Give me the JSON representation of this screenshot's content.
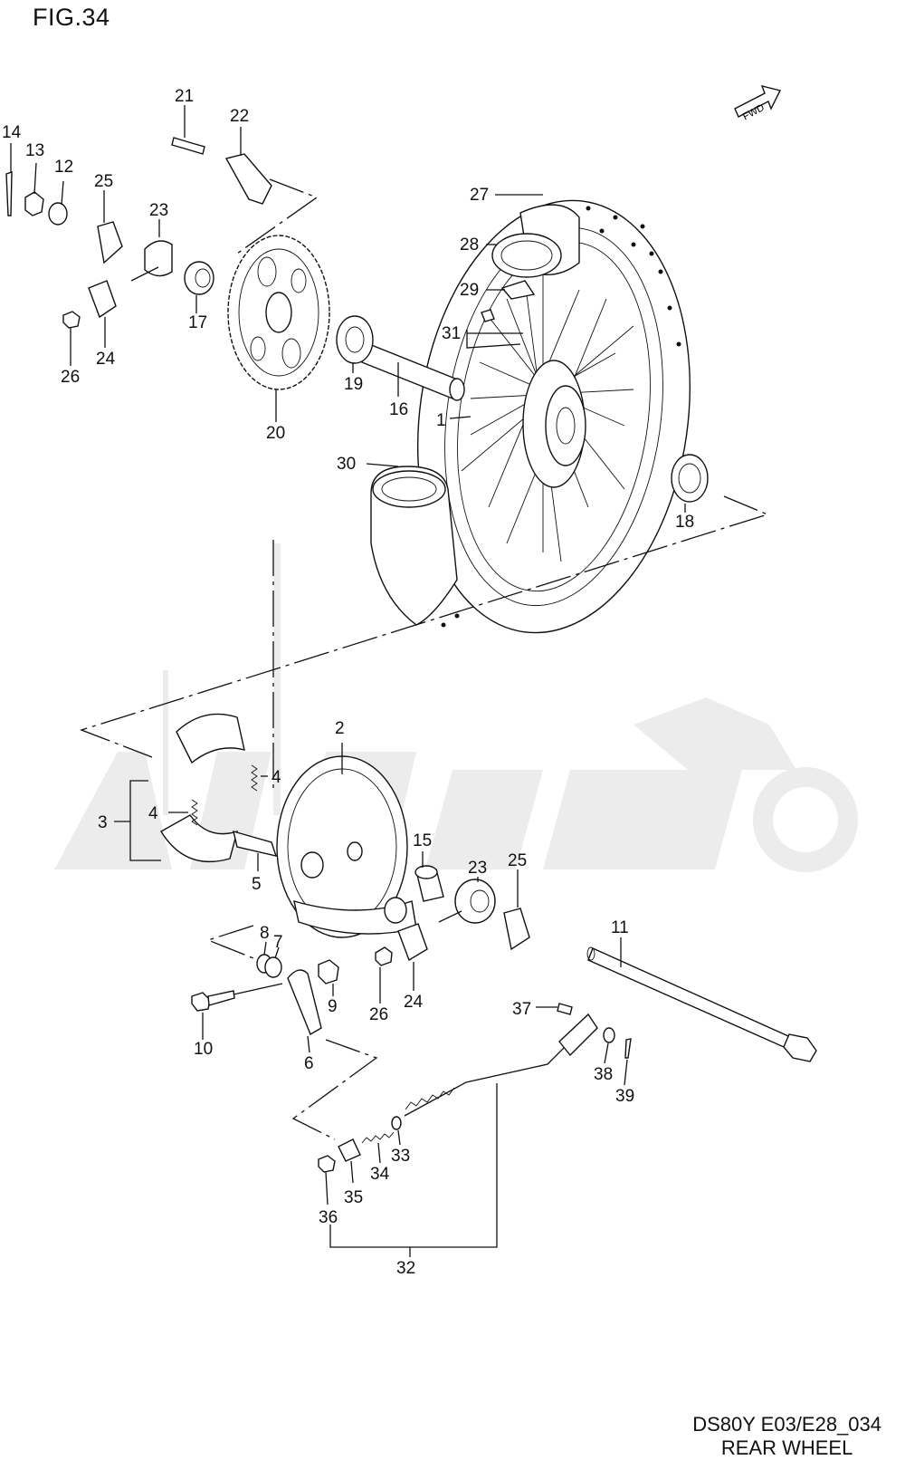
{
  "figure": {
    "title": "FIG.34"
  },
  "fwd_label": "FWD",
  "watermark": "ArtMoto",
  "footer": {
    "code": "DS80Y E03/E28_034",
    "name": "REAR WHEEL"
  },
  "callouts": {
    "c1": "1",
    "c2": "2",
    "c3": "3",
    "c4a": "4",
    "c4b": "4",
    "c5": "5",
    "c6": "6",
    "c7": "7",
    "c8": "8",
    "c9": "9",
    "c10": "10",
    "c11": "11",
    "c12": "12",
    "c13": "13",
    "c14": "14",
    "c15": "15",
    "c16": "16",
    "c17": "17",
    "c18": "18",
    "c19": "19",
    "c20": "20",
    "c21": "21",
    "c22": "22",
    "c23a": "23",
    "c23b": "23",
    "c24a": "24",
    "c24b": "24",
    "c25a": "25",
    "c25b": "25",
    "c26a": "26",
    "c26b": "26",
    "c27": "27",
    "c28": "28",
    "c29": "29",
    "c30": "30",
    "c31": "31",
    "c32": "32",
    "c33": "33",
    "c34": "34",
    "c35": "35",
    "c36": "36",
    "c37": "37",
    "c38": "38",
    "c39": "39"
  }
}
